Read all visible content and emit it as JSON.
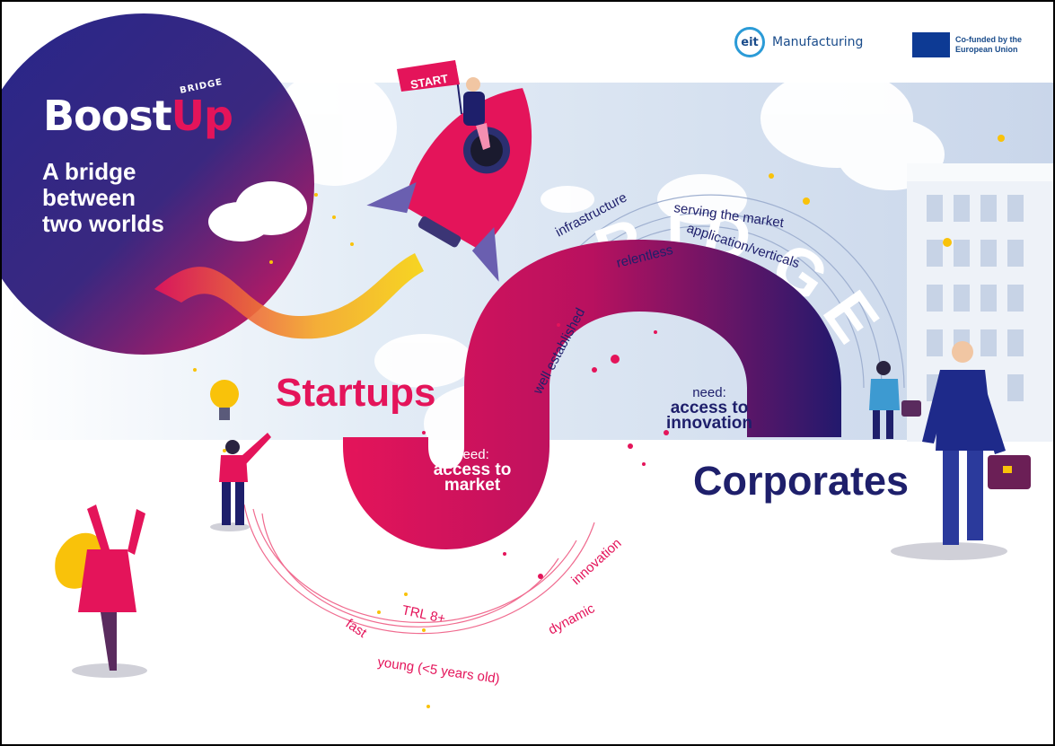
{
  "brand": {
    "name": "BoostUp",
    "name_prefix": "Boost",
    "name_suffix": "Up",
    "bridge_word": "BRIDGE",
    "tagline_lines": [
      "A bridge",
      "between",
      "two worlds"
    ]
  },
  "logos": {
    "eit_abbr": "eit",
    "eit_name": "Manufacturing",
    "eu_line1": "Co-funded by the",
    "eu_line2": "European Union"
  },
  "rocket": {
    "flag_text": "START"
  },
  "bridge": {
    "word": "BRIDGE",
    "corporate_traits": [
      "infrastructure",
      "serving the market",
      "application/verticals",
      "relentless",
      "well established"
    ],
    "startup_traits": [
      "innovation",
      "dynamic",
      "TRL 8+",
      "fast",
      "young (<5 years old)"
    ]
  },
  "startups": {
    "heading": "Startups",
    "need_label": "need:",
    "need_line1": "access to",
    "need_line2": "market"
  },
  "corporates": {
    "heading": "Corporates",
    "need_label": "need:",
    "need_line1": "access to",
    "need_line2": "innovation"
  },
  "colors": {
    "brand_pink": "#e4145a",
    "brand_navy": "#1e1f6b",
    "sky": "#dbe7f5",
    "yellow": "#f9c20a"
  }
}
